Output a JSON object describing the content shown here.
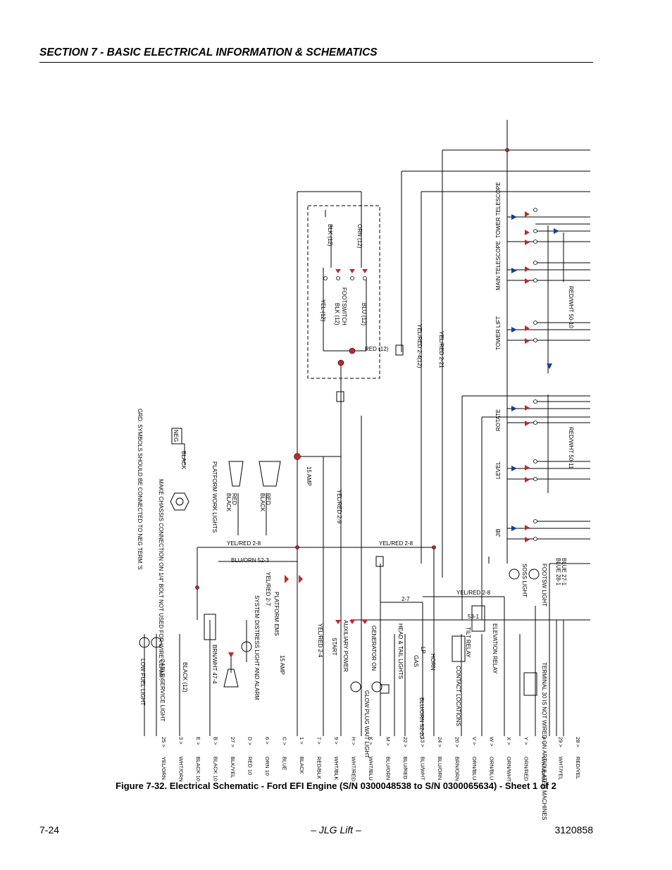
{
  "header": {
    "section_title": "SECTION 7 - BASIC ELECTRICAL INFORMATION & SCHEMATICS"
  },
  "figure": {
    "caption": "Figure 7-32.  Electrical Schematic - Ford EFI Engine (S/N 0300048538 to S/N 0300065634) - Sheet 1 of 2",
    "labels": {
      "tower_telescope": "TOWER TELESCOPE",
      "main_telescope": "MAIN TELESCOPE",
      "tower_lift": "TOWER LIFT",
      "rotate": "ROTATE",
      "level": "LEVEL",
      "jib": "JIB",
      "footswitch": "FOOTSWITCH",
      "orn12": "ORN (12)",
      "blk12": "BLK (12)",
      "yel12": "YEL (12)",
      "red12": "RED (12)",
      "blu12": "BLU (12)",
      "yelred_2_4_12": "YEL/RED 2-4(12)",
      "yelred_2_21": "YEL/RED 2-21",
      "yelred_2_9": "YEL/RED 2-9",
      "yelred_2_8": "YEL/RED 2-8",
      "yelred_2_7": "YEL/RED 2-7",
      "yelred_2_4": "YEL/RED 2-4",
      "redwht_50_10": "RED/WHT 50-10",
      "redwht_50_11": "RED/WHT 50-11",
      "blue_27_1": "BLUE 27-1",
      "blue_28_1": "BLUE 28-1",
      "bluorn_52_3": "BLU/ORN 52-3",
      "n53_1": "53-1",
      "n2_7": "2-7",
      "n15_amp_1": "15 AMP",
      "n15_amp_2": "15 AMP",
      "platform_work_lights": "PLATFORM WORK LIGHTS",
      "red": "RED",
      "black": "BLACK",
      "gnd_note": "GRD. SYMBOLS SHOULD BE CONNECTED TO NEG TERM.'S",
      "neg": "NEG",
      "black_top": "BLACK",
      "chassis_note": "MAKE CHASSIS CONNECTION ON 1/4\" BOLT NOT USED FOR WIRE CLAMP.",
      "system_distress": "SYSTEM DISTRESS LIGHT AND ALARM",
      "platform_ems": "PLATFORM EMS",
      "start": "START",
      "aux_power": "AUXILIARY POWER",
      "generator_on": "GENERATOR ON",
      "head_tail": "HEAD & TAIL LIGHTS",
      "lp": "LP",
      "gas": "GAS",
      "horn": "HORN",
      "tilt_relay": "TILT RELAY",
      "elevation_relay": "ELEVATION RELAY",
      "footswitch_light": "FOOTSW LIGHT",
      "soss_light": "SOSS LIGHT",
      "cable_service": "CABLE SERVICE LIGHT",
      "low_fuel": "LOW FUEL LIGHT",
      "glow_plug": "GLOW PLUG WAIT LIGHT",
      "terminal_note": "TERMINAL 30 IS NOT WIRED ON ARTICULATED MACHINES",
      "contact_locations": "CONTACT LOCATIONS",
      "black12": "BLACK (12)",
      "bluorn_52_20": "BLU/ORN 52-20",
      "brnwht_47_4": "BRN/WHT 47-4"
    },
    "bottom_wires": [
      {
        "code": "RED/YEL",
        "term": "28"
      },
      {
        "code": "WHT/YEL",
        "term": "29"
      },
      {
        "code": "WHT/ORN",
        "term": "F"
      },
      {
        "code": "ORN/RED",
        "term": "Y"
      },
      {
        "code": "ORN/WHT",
        "term": "X"
      },
      {
        "code": "ORN/BLU",
        "term": "W"
      },
      {
        "code": "ORN/BLU",
        "term": "V"
      },
      {
        "code": "BRN/ORN",
        "term": "20"
      },
      {
        "code": "BLU/ORN",
        "term": "24"
      },
      {
        "code": "BLU/WHT",
        "term": "13"
      },
      {
        "code": "BLU/RED",
        "term": "22"
      },
      {
        "code": "BLU/ORN",
        "term": "M"
      },
      {
        "code": "WHT/BLU",
        "term": "K"
      },
      {
        "code": "WHT/RED",
        "term": "H"
      },
      {
        "code": "WHT/BLK",
        "term": "9"
      },
      {
        "code": "RED/BLK",
        "term": "7"
      },
      {
        "code": "BLACK",
        "term": "1"
      },
      {
        "code": "BLUE",
        "term": "C"
      },
      {
        "code": "ORN 10",
        "term": "6"
      },
      {
        "code": "RED 10",
        "term": "D"
      },
      {
        "code": "BLK/YEL",
        "term": "27"
      },
      {
        "code": "BLACK 10",
        "term": "B"
      },
      {
        "code": "BLACK 10",
        "term": "E"
      },
      {
        "code": "WHT/ORN",
        "term": "3"
      },
      {
        "code": "YEL/ORN",
        "term": "25"
      }
    ]
  },
  "footer": {
    "page": "7-24",
    "brand": "– JLG Lift –",
    "doc_number": "3120858"
  }
}
